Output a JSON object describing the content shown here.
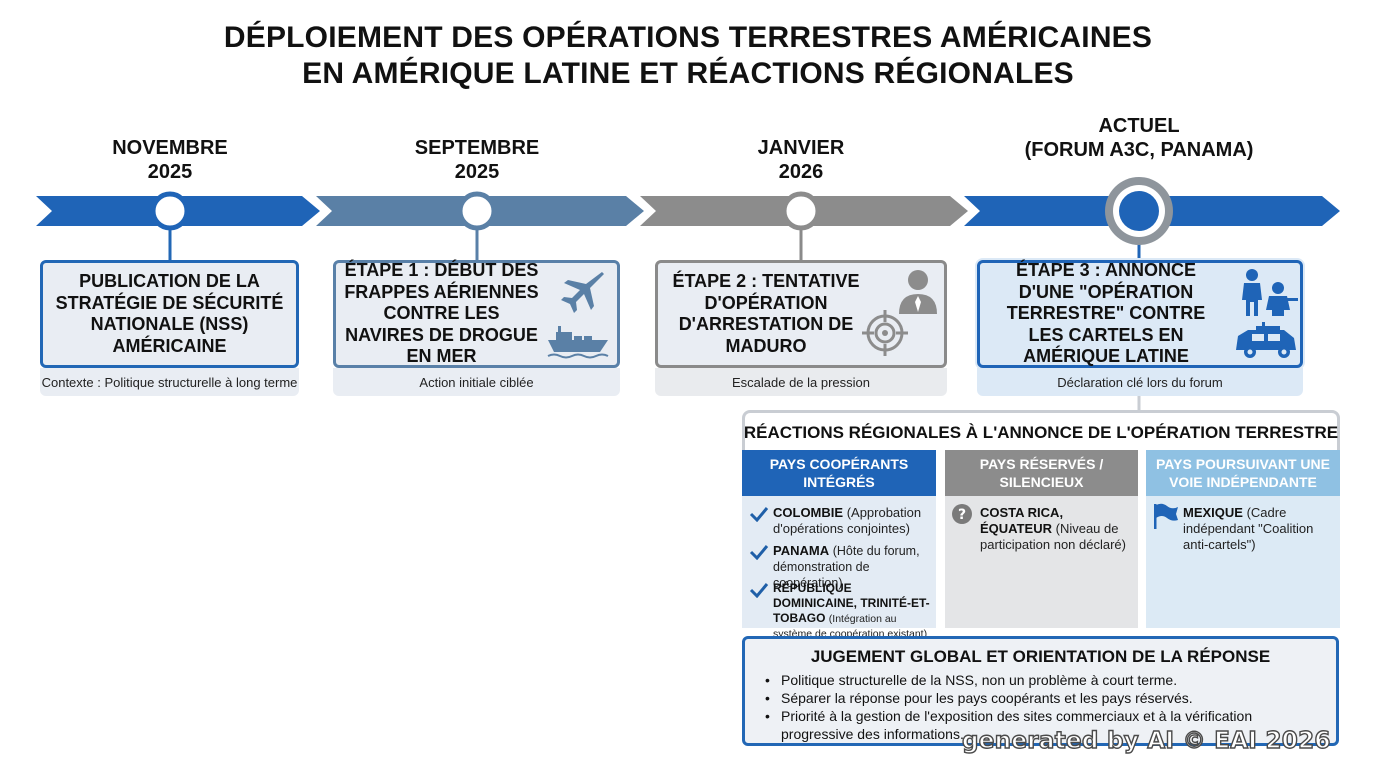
{
  "title": {
    "line1": "DÉPLOIEMENT DES OPÉRATIONS TERRESTRES AMÉRICAINES",
    "line2": "EN AMÉRIQUE LATINE ET RÉACTIONS RÉGIONALES"
  },
  "colors": {
    "blue": "#1f64b7",
    "steel": "#5a80a6",
    "gray": "#8c8c8c",
    "light_blue": "#8fc1e3",
    "check": "#1f5fa8"
  },
  "timeline": [
    {
      "date_line1": "NOVEMBRE",
      "date_line2": "2025",
      "card_text": "PUBLICATION DE LA STRATÉGIE DE SÉCURITÉ NATIONALE (NSS) AMÉRICAINE",
      "caption": "Contexte : Politique structurelle à long terme",
      "icon": ""
    },
    {
      "date_line1": "SEPTEMBRE",
      "date_line2": "2025",
      "card_text": "ÉTAPE 1 : DÉBUT DES FRAPPES AÉRIENNES CONTRE LES NAVIRES DE DROGUE EN MER",
      "caption": "Action initiale ciblée",
      "icon": "fighter-jet-and-ship-icon"
    },
    {
      "date_line1": "JANVIER",
      "date_line2": "2026",
      "card_text": "ÉTAPE 2 : TENTATIVE D'OPÉRATION D'ARRESTATION DE MADURO",
      "caption": "Escalade de la pression",
      "icon": "target-person-icon"
    },
    {
      "date_line1": "ACTUEL",
      "date_line2": "(FORUM A3C, PANAMA)",
      "card_text": "ÉTAPE 3 : ANNONCE D'UNE \"OPÉRATION TERRESTRE\" CONTRE LES CARTELS EN AMÉRIQUE LATINE",
      "caption": "Déclaration clé lors du forum",
      "icon": "soldiers-vehicle-icon"
    }
  ],
  "reactions": {
    "title": "RÉACTIONS RÉGIONALES À L'ANNONCE DE L'OPÉRATION TERRESTRE",
    "columns": [
      {
        "header": "PAYS COOPÉRANTS INTÉGRÉS",
        "entries": [
          {
            "name": "COLOMBIE",
            "detail": "(Approbation d'opérations conjointes)",
            "icon": "check-icon"
          },
          {
            "name": "PANAMA",
            "detail": "(Hôte du forum, démonstration de coopération)",
            "icon": "check-icon"
          },
          {
            "name": "RÉPUBLIQUE DOMINICAINE, TRINITÉ-ET-TOBAGO",
            "detail": "(Intégration au système de coopération existant)",
            "icon": "check-icon"
          }
        ]
      },
      {
        "header": "PAYS RÉSERVÉS / SILENCIEUX",
        "entries": [
          {
            "name": "COSTA RICA, ÉQUATEUR",
            "detail": "(Niveau de participation non déclaré)",
            "icon": "question-icon"
          }
        ]
      },
      {
        "header": "PAYS POURSUIVANT UNE VOIE INDÉPENDANTE",
        "entries": [
          {
            "name": "MEXIQUE",
            "detail": "(Cadre indépendant \"Coalition anti-cartels\")",
            "icon": "flag-icon"
          }
        ]
      }
    ]
  },
  "verdict": {
    "title": "JUGEMENT GLOBAL ET ORIENTATION DE LA RÉPONSE",
    "points": [
      "Politique structurelle de la NSS, non un problème à court terme.",
      "Séparer la réponse pour les pays coopérants et les pays réservés.",
      "Priorité à la gestion de l'exposition des sites commerciaux et à la vérification progressive des informations."
    ]
  },
  "watermark": "generated by AI © EAI 2026"
}
